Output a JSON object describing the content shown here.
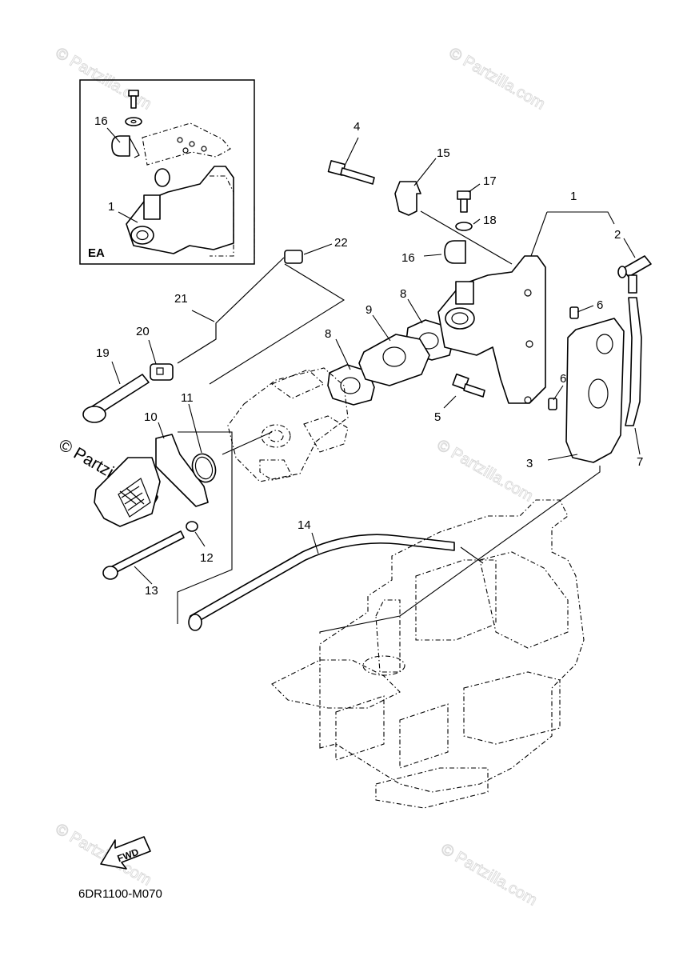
{
  "diagram": {
    "code": "6DR1100-M070",
    "inset_label": "EA",
    "fwd_label": "FWD",
    "watermark": "© Partzilla.com",
    "inset_callouts": [
      "16",
      "1"
    ],
    "callouts": [
      "1",
      "2",
      "3",
      "4",
      "5",
      "6",
      "6",
      "7",
      "8",
      "8",
      "9",
      "10",
      "11",
      "12",
      "13",
      "14",
      "15",
      "16",
      "17",
      "18",
      "19",
      "20",
      "21",
      "22"
    ]
  }
}
